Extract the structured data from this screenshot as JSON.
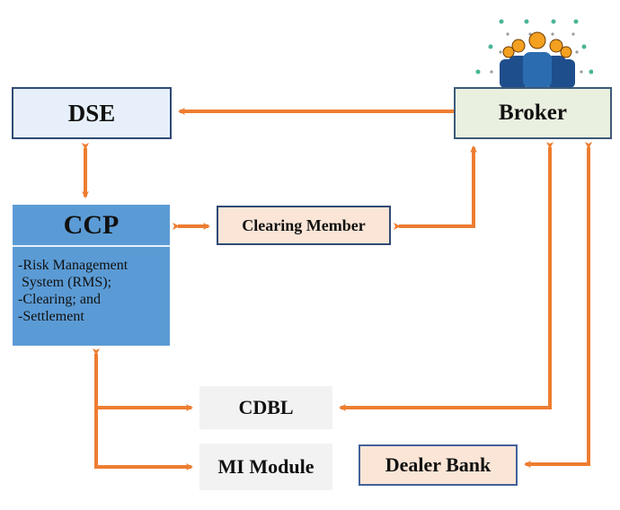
{
  "diagram": {
    "nodes": {
      "dse": {
        "label": "DSE"
      },
      "broker": {
        "label": "Broker",
        "icon": "people-group-icon"
      },
      "ccp": {
        "label": "CCP",
        "functions": [
          "-Risk Management",
          " System (RMS);",
          "-Clearing; and",
          "-Settlement"
        ]
      },
      "clearing_member": {
        "label": "Clearing Member"
      },
      "cdbl": {
        "label": "CDBL"
      },
      "mi_module": {
        "label": "MI Module"
      },
      "dealer_bank": {
        "label": "Dealer Bank"
      }
    },
    "edges": [
      {
        "from": "broker",
        "to": "dse",
        "direction": "one-way"
      },
      {
        "from": "dse",
        "to": "ccp",
        "direction": "two-way"
      },
      {
        "from": "ccp",
        "to": "clearing_member",
        "direction": "two-way"
      },
      {
        "from": "clearing_member",
        "to": "broker",
        "direction": "two-way"
      },
      {
        "from": "broker",
        "to": "cdbl",
        "direction": "two-way"
      },
      {
        "from": "broker",
        "to": "dealer_bank",
        "direction": "two-way"
      },
      {
        "from": "ccp",
        "to": "cdbl",
        "direction": "two-way"
      },
      {
        "from": "ccp",
        "to": "mi_module",
        "direction": "two-way"
      }
    ],
    "colors": {
      "arrow": "#ed7d31",
      "ccp_fill": "#5b9bd5",
      "dse_fill": "#e7f0fa",
      "broker_fill": "#eaf0e0",
      "peach_fill": "#fbe5d6",
      "gray_fill": "#f2f2f2"
    }
  }
}
